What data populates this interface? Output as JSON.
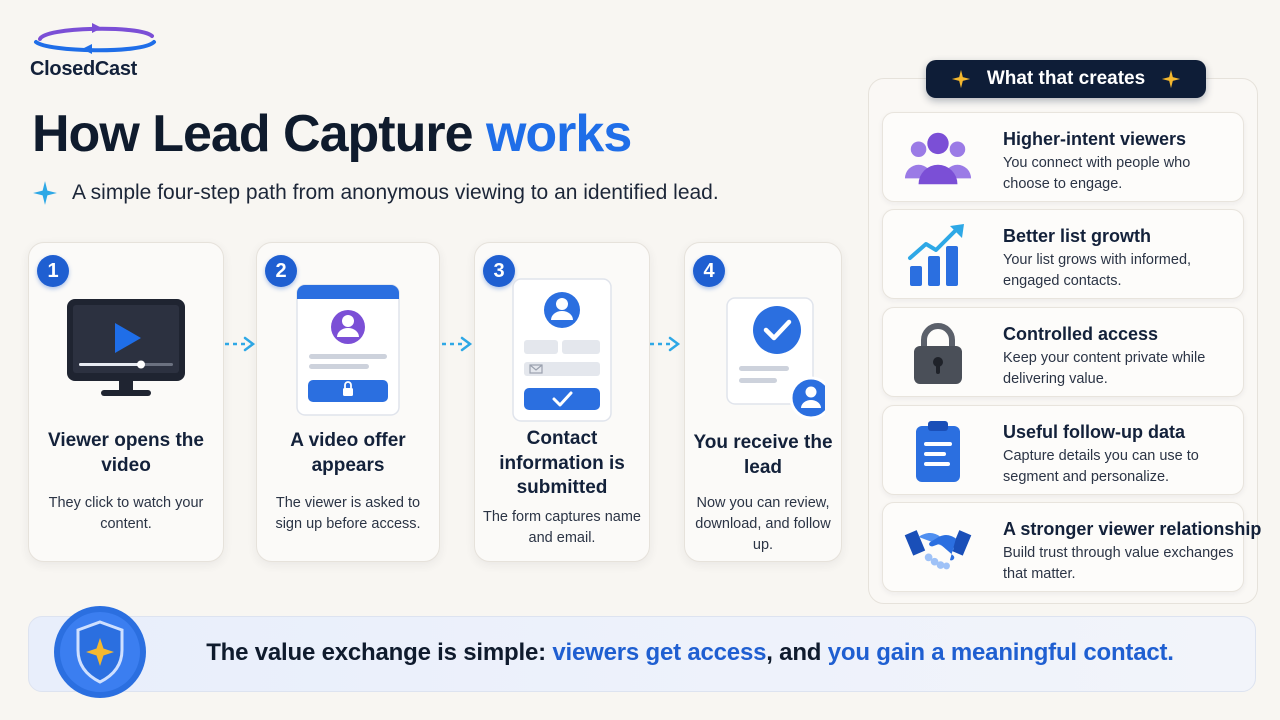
{
  "brand": {
    "name": "ClosedCast"
  },
  "header": {
    "title_main": "How Lead Capture ",
    "title_accent": "works",
    "subtitle": "A simple four-step path from anonymous viewing to an identified lead."
  },
  "steps": [
    {
      "number": "1",
      "title": "Viewer opens the video",
      "description": "They click to watch your content."
    },
    {
      "number": "2",
      "title": "A video offer appears",
      "description": "The viewer is asked to sign up before access."
    },
    {
      "number": "3",
      "title": "Contact information is submitted",
      "description": "The form captures name and email."
    },
    {
      "number": "4",
      "title": "You receive the lead",
      "description": "Now you can review, download, and follow up."
    }
  ],
  "panel": {
    "heading": "What that creates",
    "benefits": [
      {
        "title": "Higher-intent viewers",
        "description": "You connect with people who choose to engage.",
        "icon": "people-icon"
      },
      {
        "title": "Better list growth",
        "description": "Your list grows with informed, engaged contacts.",
        "icon": "growth-chart-icon"
      },
      {
        "title": "Controlled access",
        "description": "Keep your content private while delivering value.",
        "icon": "padlock-icon"
      },
      {
        "title": "Useful follow-up data",
        "description": "Capture details you can use to segment and personalize.",
        "icon": "clipboard-icon"
      },
      {
        "title": "A stronger viewer relationship",
        "description": "Build trust through value exchanges that matter.",
        "icon": "handshake-icon"
      }
    ]
  },
  "footer": {
    "prefix": "The value exchange is simple: ",
    "highlight_1": "viewers get access",
    "middle": ", and ",
    "highlight_2": "you gain a meaningful contact."
  },
  "colors": {
    "accent": "#1f6ee8",
    "navy": "#0e1d37",
    "purple": "#7b4fd6"
  }
}
